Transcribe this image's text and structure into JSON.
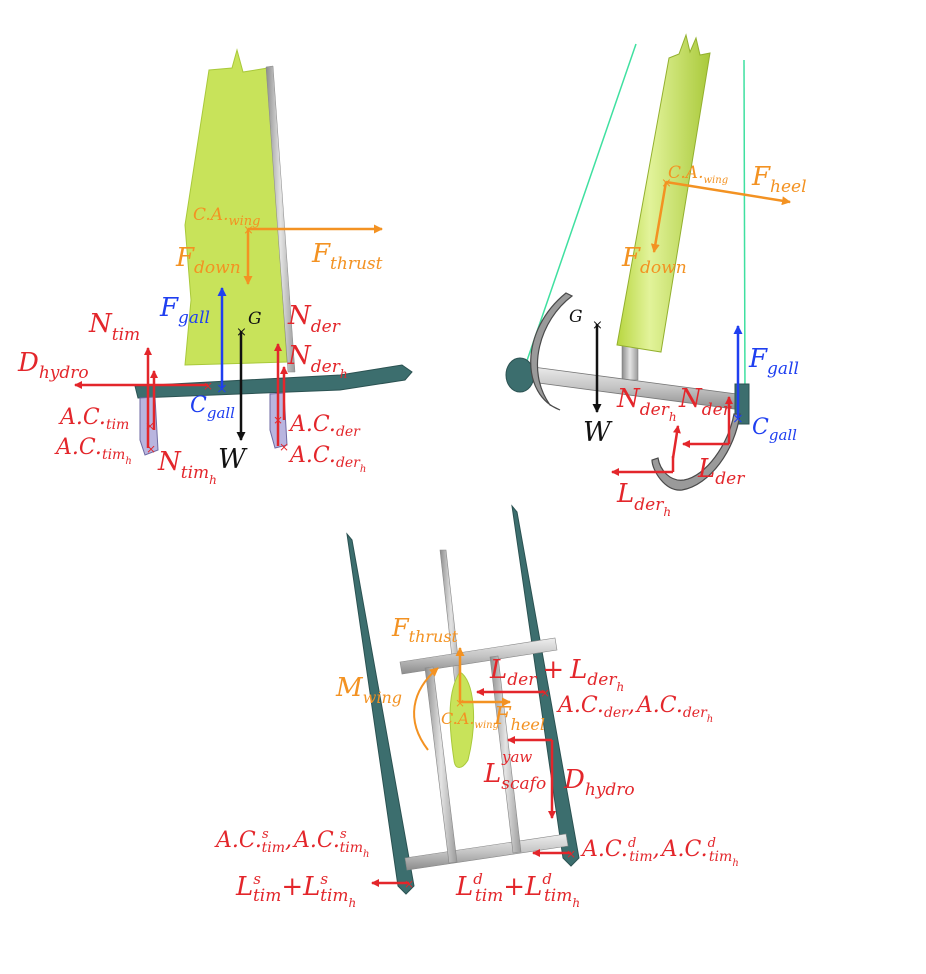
{
  "colors": {
    "wing": "#c8e35a",
    "wing_shade": "#a9c93a",
    "hull": "#3c6e6e",
    "tube": "#bcbcbc",
    "red": "#e3262b",
    "orange": "#f39222",
    "blue": "#1f3ff0",
    "black": "#111111",
    "shroud": "#3fe0a0"
  },
  "view_side": {
    "ca_wing": {
      "main": "C.A.",
      "sub": "wing"
    },
    "f_down": {
      "main": "F",
      "sub": "down"
    },
    "f_thrust": {
      "main": "F",
      "sub": "thrust"
    },
    "f_gall": {
      "main": "F",
      "sub": "gall"
    },
    "g": "G",
    "n_tim": {
      "main": "N",
      "sub": "tim"
    },
    "n_der": {
      "main": "N",
      "sub": "der"
    },
    "n_der_h": {
      "main": "N",
      "sub": "der",
      "subsub": "h"
    },
    "d_hydro": {
      "main": "D",
      "sub": "hydro"
    },
    "c_gall": {
      "main": "C",
      "sub": "gall"
    },
    "ac_tim": {
      "main": "A.C.",
      "sub": "tim"
    },
    "ac_tim_h": {
      "main": "A.C.",
      "sub": "tim",
      "subsub": "h"
    },
    "n_tim_h": {
      "main": "N",
      "sub": "tim",
      "subsub": "h"
    },
    "w": "W",
    "ac_der": {
      "main": "A.C.",
      "sub": "der"
    },
    "ac_der_h": {
      "main": "A.C.",
      "sub": "der",
      "subsub": "h"
    }
  },
  "view_front": {
    "ca_wing": {
      "main": "C.A.",
      "sub": "wing"
    },
    "f_heel": {
      "main": "F",
      "sub": "heel"
    },
    "f_down": {
      "main": "F",
      "sub": "down"
    },
    "g": "G",
    "f_gall": {
      "main": "F",
      "sub": "gall"
    },
    "n_der_h": {
      "main": "N",
      "sub": "der",
      "subsub": "h"
    },
    "n_der": {
      "main": "N",
      "sub": "der"
    },
    "c_gall": {
      "main": "C",
      "sub": "gall"
    },
    "w": "W",
    "l_der": {
      "main": "L",
      "sub": "der"
    },
    "l_der_h": {
      "main": "L",
      "sub": "der",
      "subsub": "h"
    }
  },
  "view_top": {
    "f_thrust": {
      "main": "F",
      "sub": "thrust"
    },
    "m_wing": {
      "main": "M",
      "sub": "wing"
    },
    "l_der_sum": {
      "a": "L",
      "a_sub": "der",
      "plus": "+",
      "b": "L",
      "b_sub": "der",
      "b_subsub": "h"
    },
    "ac_der_pair": {
      "a": "A.C.",
      "a_sub": "der",
      "sep": ",",
      "b": "A.C.",
      "b_sub": "der",
      "b_subsub": "h"
    },
    "ca_wing": {
      "main": "C.A.",
      "sub": "wing"
    },
    "f_heel": {
      "main": "F",
      "sub": "heel"
    },
    "l_scafo": {
      "main": "L",
      "sup": "yaw",
      "sub": "scafo"
    },
    "d_hydro": {
      "main": "D",
      "sub": "hydro"
    },
    "ac_tim_s": {
      "a": "A.C.",
      "a_sup": "s",
      "a_sub": "tim",
      "sep": ",",
      "b": "A.C.",
      "b_sup": "s",
      "b_sub": "tim",
      "b_subsub": "h"
    },
    "ac_tim_d": {
      "a": "A.C.",
      "a_sup": "d",
      "a_sub": "tim",
      "sep": ",",
      "b": "A.C.",
      "b_sup": "d",
      "b_sub": "tim",
      "b_subsub": "h"
    },
    "l_tim_s": {
      "a": "L",
      "a_sup": "s",
      "a_sub": "tim",
      "plus": "+",
      "b": "L",
      "b_sup": "s",
      "b_sub": "tim",
      "b_subsub": "h"
    },
    "l_tim_d": {
      "a": "L",
      "a_sup": "d",
      "a_sub": "tim",
      "plus": "+",
      "b": "L",
      "b_sup": "d",
      "b_sub": "tim",
      "b_subsub": "h"
    }
  }
}
